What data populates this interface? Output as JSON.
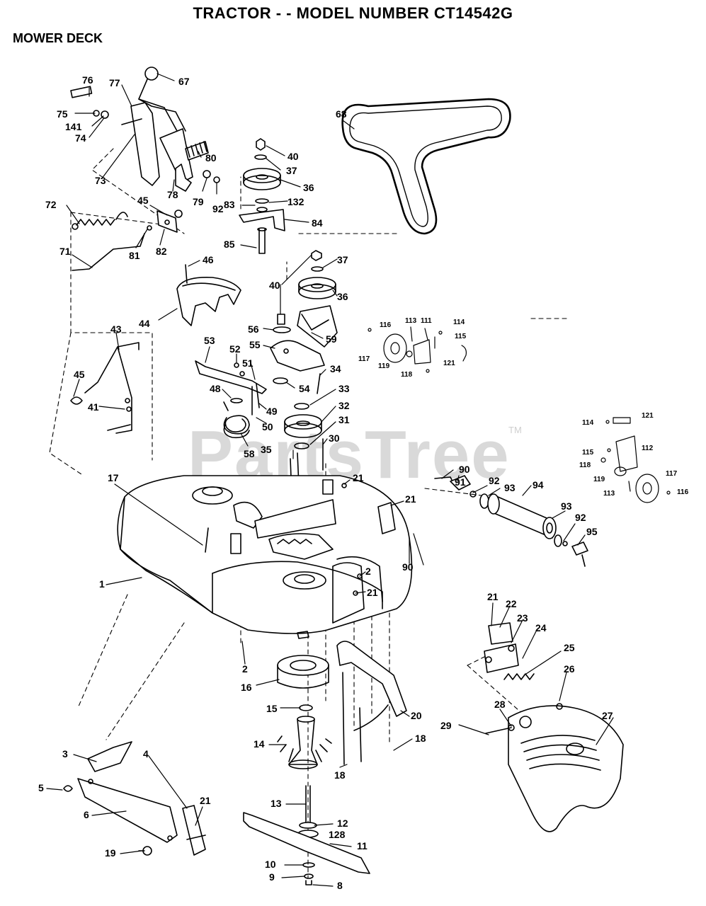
{
  "header": {
    "title": "TRACTOR - - MODEL NUMBER CT14542G",
    "section": "MOWER DECK"
  },
  "watermark": {
    "text": "PartsTree",
    "tm": "TM"
  },
  "callouts": [
    {
      "id": "76"
    },
    {
      "id": "77"
    },
    {
      "id": "67"
    },
    {
      "id": "75"
    },
    {
      "id": "141"
    },
    {
      "id": "74"
    },
    {
      "id": "73"
    },
    {
      "id": "80"
    },
    {
      "id": "78"
    },
    {
      "id": "79"
    },
    {
      "id": "92"
    },
    {
      "id": "72"
    },
    {
      "id": "45"
    },
    {
      "id": "81"
    },
    {
      "id": "82"
    },
    {
      "id": "71"
    },
    {
      "id": "46"
    },
    {
      "id": "44"
    },
    {
      "id": "43"
    },
    {
      "id": "45"
    },
    {
      "id": "41"
    },
    {
      "id": "40"
    },
    {
      "id": "37"
    },
    {
      "id": "36"
    },
    {
      "id": "83"
    },
    {
      "id": "132"
    },
    {
      "id": "84"
    },
    {
      "id": "85"
    },
    {
      "id": "68"
    },
    {
      "id": "37"
    },
    {
      "id": "40"
    },
    {
      "id": "36"
    },
    {
      "id": "56"
    },
    {
      "id": "59"
    },
    {
      "id": "55"
    },
    {
      "id": "53"
    },
    {
      "id": "52"
    },
    {
      "id": "51"
    },
    {
      "id": "34"
    },
    {
      "id": "48"
    },
    {
      "id": "54"
    },
    {
      "id": "33"
    },
    {
      "id": "49"
    },
    {
      "id": "32"
    },
    {
      "id": "50"
    },
    {
      "id": "31"
    },
    {
      "id": "58"
    },
    {
      "id": "30"
    },
    {
      "id": "35"
    },
    {
      "id": "17"
    },
    {
      "id": "21"
    },
    {
      "id": "21"
    },
    {
      "id": "1"
    },
    {
      "id": "2"
    },
    {
      "id": "21"
    },
    {
      "id": "90"
    },
    {
      "id": "2"
    },
    {
      "id": "16"
    },
    {
      "id": "15"
    },
    {
      "id": "14"
    },
    {
      "id": "20"
    },
    {
      "id": "18"
    },
    {
      "id": "18"
    },
    {
      "id": "13"
    },
    {
      "id": "12"
    },
    {
      "id": "128"
    },
    {
      "id": "11"
    },
    {
      "id": "10"
    },
    {
      "id": "9"
    },
    {
      "id": "8"
    },
    {
      "id": "3"
    },
    {
      "id": "4"
    },
    {
      "id": "5"
    },
    {
      "id": "6"
    },
    {
      "id": "21"
    },
    {
      "id": "19"
    },
    {
      "id": "116"
    },
    {
      "id": "113"
    },
    {
      "id": "111"
    },
    {
      "id": "114"
    },
    {
      "id": "115"
    },
    {
      "id": "117"
    },
    {
      "id": "119"
    },
    {
      "id": "118"
    },
    {
      "id": "121"
    },
    {
      "id": "114"
    },
    {
      "id": "121"
    },
    {
      "id": "115"
    },
    {
      "id": "112"
    },
    {
      "id": "118"
    },
    {
      "id": "119"
    },
    {
      "id": "117"
    },
    {
      "id": "113"
    },
    {
      "id": "116"
    },
    {
      "id": "90"
    },
    {
      "id": "91"
    },
    {
      "id": "92"
    },
    {
      "id": "93"
    },
    {
      "id": "94"
    },
    {
      "id": "93"
    },
    {
      "id": "92"
    },
    {
      "id": "95"
    },
    {
      "id": "21"
    },
    {
      "id": "22"
    },
    {
      "id": "23"
    },
    {
      "id": "24"
    },
    {
      "id": "25"
    },
    {
      "id": "26"
    },
    {
      "id": "27"
    },
    {
      "id": "28"
    },
    {
      "id": "29"
    }
  ]
}
